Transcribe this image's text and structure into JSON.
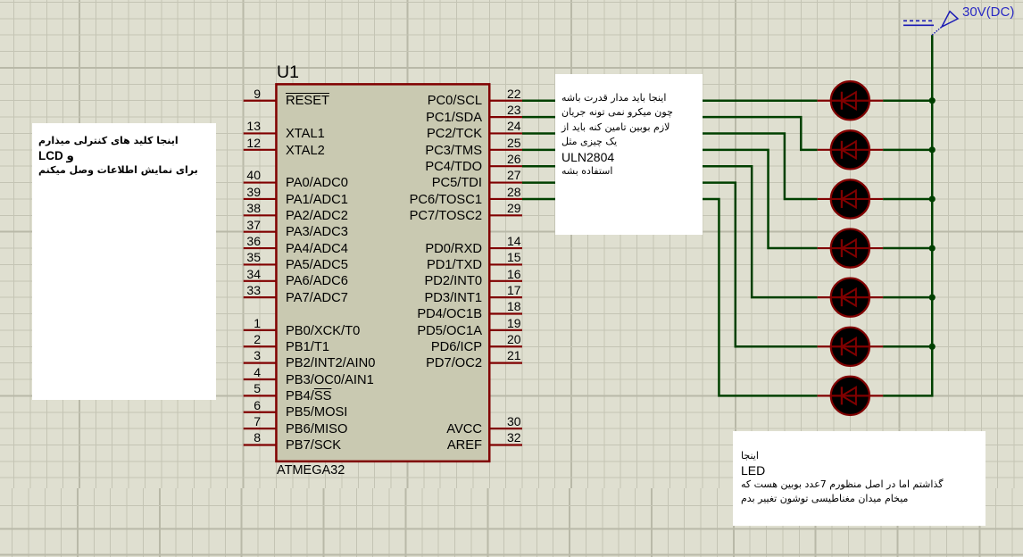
{
  "schematic": {
    "component": {
      "reference": "U1",
      "part_name": "ATMEGA32",
      "left_pins": [
        {
          "number": "9",
          "parts": [
            {
              "text": "RESET",
              "overline": true
            }
          ]
        },
        {
          "number": "13",
          "label": "XTAL1"
        },
        {
          "number": "12",
          "label": "XTAL2"
        },
        {
          "number": "40",
          "label": "PA0/ADC0"
        },
        {
          "number": "39",
          "label": "PA1/ADC1"
        },
        {
          "number": "38",
          "label": "PA2/ADC2"
        },
        {
          "number": "37",
          "label": "PA3/ADC3"
        },
        {
          "number": "36",
          "label": "PA4/ADC4"
        },
        {
          "number": "35",
          "label": "PA5/ADC5"
        },
        {
          "number": "34",
          "label": "PA6/ADC6"
        },
        {
          "number": "33",
          "label": "PA7/ADC7"
        },
        {
          "number": "1",
          "label": "PB0/XCK/T0"
        },
        {
          "number": "2",
          "label": "PB1/T1"
        },
        {
          "number": "3",
          "label": "PB2/INT2/AIN0"
        },
        {
          "number": "4",
          "label": "PB3/OC0/AIN1"
        },
        {
          "number": "5",
          "parts": [
            {
              "text": "PB4/"
            },
            {
              "text": "SS",
              "overline": true
            }
          ]
        },
        {
          "number": "6",
          "label": "PB5/MOSI"
        },
        {
          "number": "7",
          "label": "PB6/MISO"
        },
        {
          "number": "8",
          "label": "PB7/SCK"
        }
      ],
      "right_pins": [
        {
          "number": "22",
          "label": "PC0/SCL"
        },
        {
          "number": "23",
          "label": "PC1/SDA"
        },
        {
          "number": "24",
          "label": "PC2/TCK"
        },
        {
          "number": "25",
          "label": "PC3/TMS"
        },
        {
          "number": "26",
          "label": "PC4/TDO"
        },
        {
          "number": "27",
          "label": "PC5/TDI"
        },
        {
          "number": "28",
          "label": "PC6/TOSC1"
        },
        {
          "number": "29",
          "label": "PC7/TOSC2"
        },
        {
          "number": "14",
          "label": "PD0/RXD"
        },
        {
          "number": "15",
          "label": "PD1/TXD"
        },
        {
          "number": "16",
          "label": "PD2/INT0"
        },
        {
          "number": "17",
          "label": "PD3/INT1"
        },
        {
          "number": "18",
          "label": "PD4/OC1B"
        },
        {
          "number": "19",
          "label": "PD5/OC1A"
        },
        {
          "number": "20",
          "label": "PD6/ICP"
        },
        {
          "number": "21",
          "label": "PD7/OC2"
        },
        {
          "number": "30",
          "label": "AVCC"
        },
        {
          "number": "32",
          "label": "AREF"
        }
      ]
    },
    "power_terminal": {
      "label": "30V(DC)"
    },
    "leds": [
      {
        "connected_pin": "PC0/SCL"
      },
      {
        "connected_pin": "PC1/SDA"
      },
      {
        "connected_pin": "PC2/TCK"
      },
      {
        "connected_pin": "PC3/TMS"
      },
      {
        "connected_pin": "PC4/TDO"
      },
      {
        "connected_pin": "PC5/TDI"
      },
      {
        "connected_pin": "PC6/TOSC1"
      }
    ],
    "colors": {
      "background": "#dfdfd0",
      "grid_minor": "#c4c4b4",
      "grid_major": "#b9b9a8",
      "wire": "#004000",
      "pin": "#800000",
      "chip_fill": "#c9c9b1",
      "led_fill": "#000000",
      "led_outline": "#800000",
      "power_symbol": "#1a1ab4",
      "power_label": "#2a2ac4"
    }
  },
  "notes": {
    "left": {
      "lines": [
        "اینجا کلید های کنترلی میذارم",
        "و LCD",
        "برای نمایش اطلاعات وصل میکنم"
      ]
    },
    "middle": {
      "lines": [
        "اینجا باید مدار قدرت باشه",
        "چون میکرو نمی تونه جریان",
        "لازم بوبین تامین کنه باید از",
        "یک چیزی مثل",
        "ULN2804",
        "استفاده بشه"
      ]
    },
    "bottom": {
      "lines": [
        "اینجا",
        "LED",
        "گذاشتم اما در اصل منظورم 7عدد بوبین هست که",
        "میخام میدان مغناطیسی توشون تغییر بدم"
      ]
    }
  }
}
